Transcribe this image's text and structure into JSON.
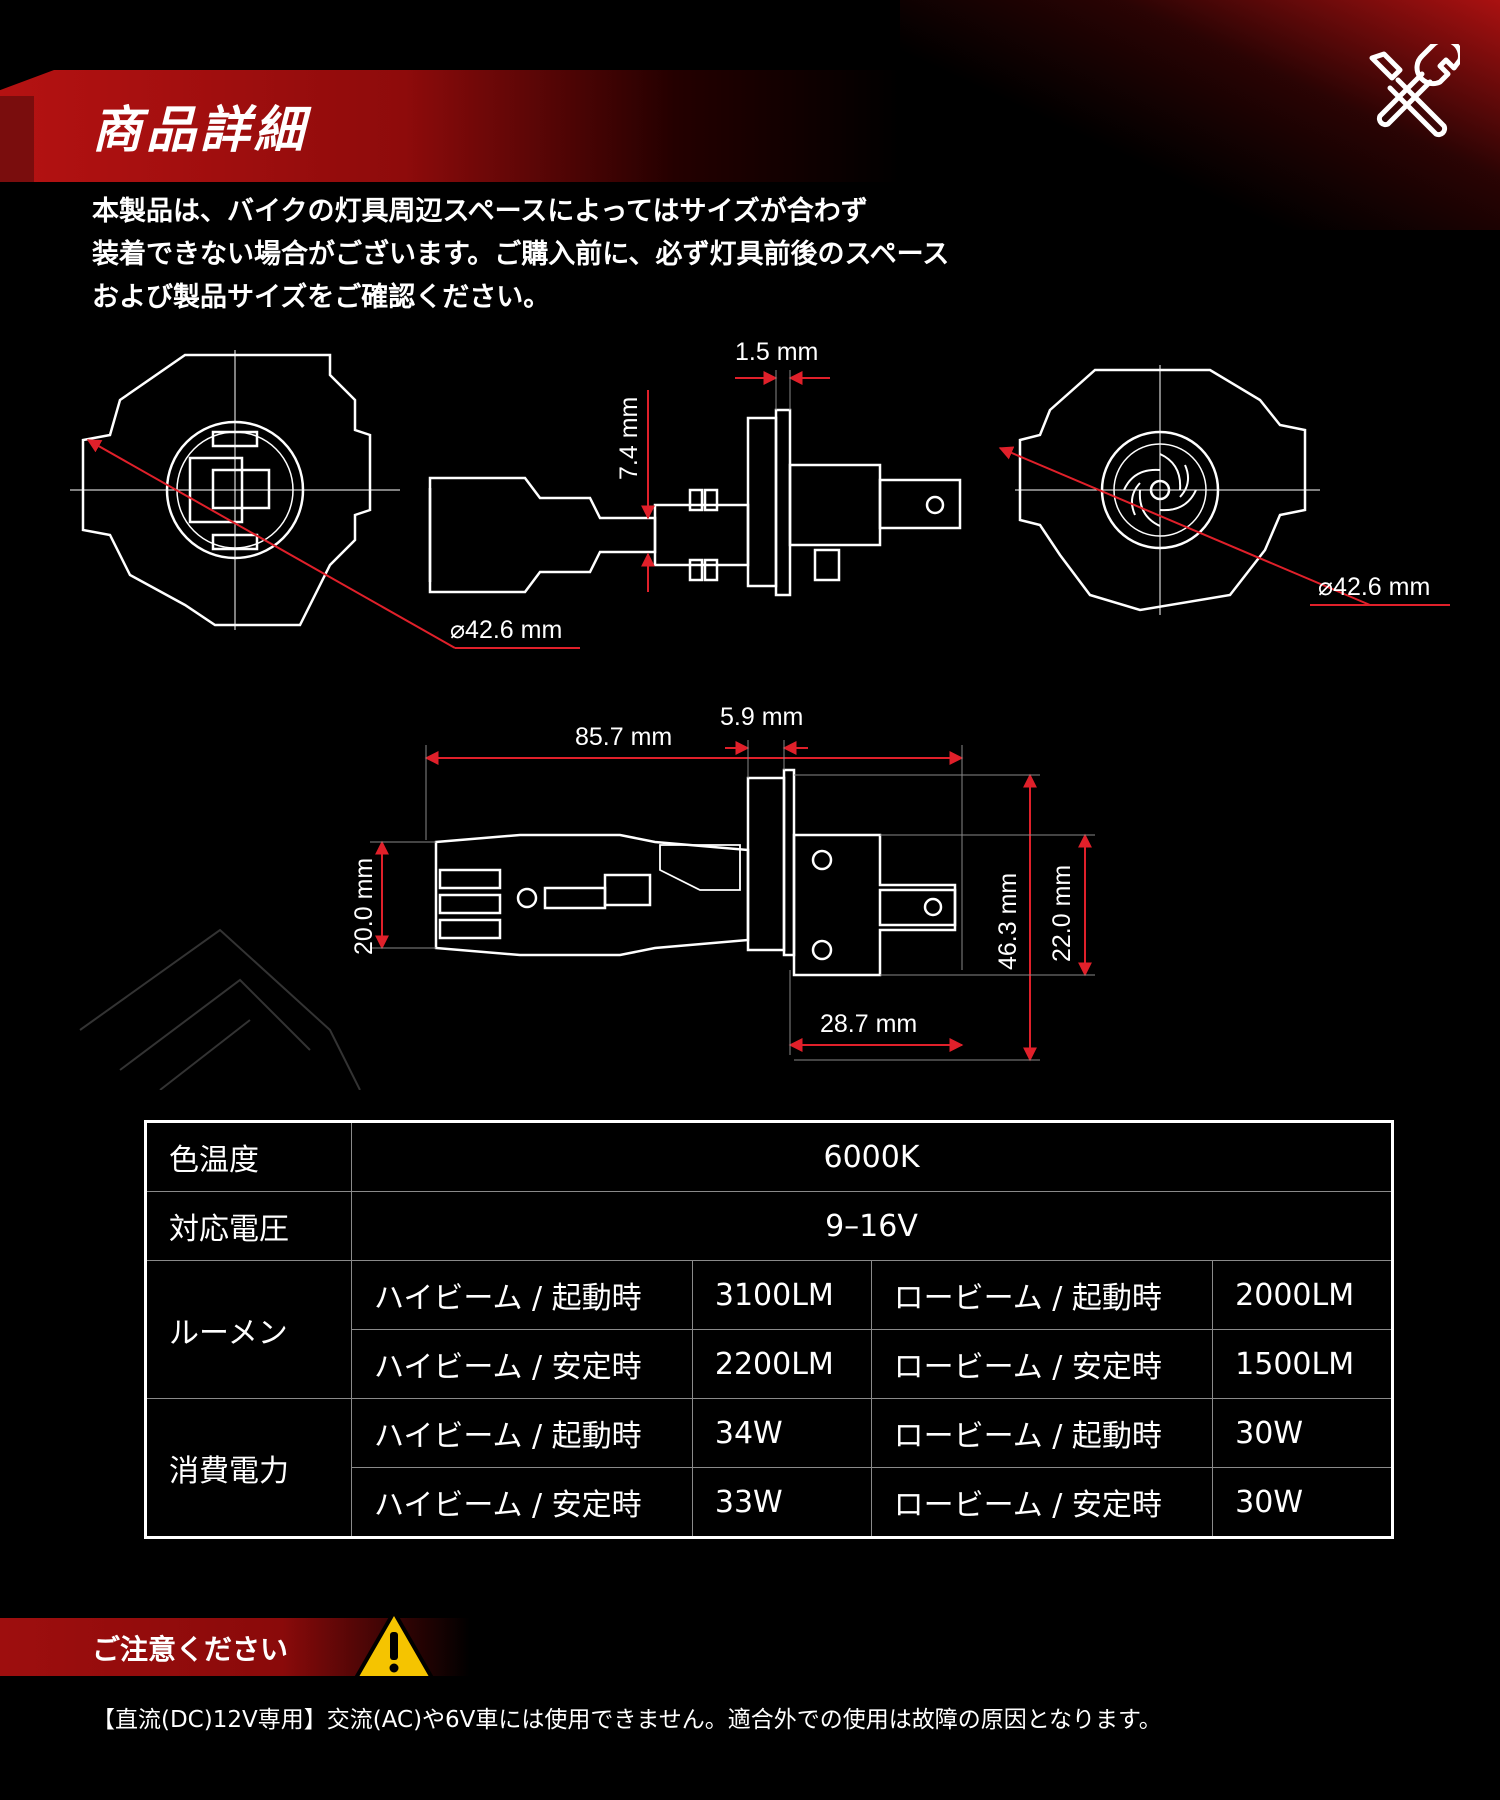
{
  "header": {
    "title": "商品詳細",
    "intro_lines": [
      "本製品は、バイクの灯具周辺スペースによってはサイズが合わず",
      "装着できない場合がございます。ご購入前に、必ず灯具前後のスペース",
      "および製品サイズをご確認ください。"
    ]
  },
  "dimensions": {
    "left_diameter": "⌀42.6 mm",
    "right_diameter": "⌀42.6 mm",
    "flange_thickness": "1.5 mm",
    "tab_height": "7.4 mm",
    "total_length": "85.7 mm",
    "flange_width": "5.9 mm",
    "base_length": "28.7 mm",
    "body_height": "20.0 mm",
    "flange_height": "46.3 mm",
    "base_height": "22.0 mm"
  },
  "specs": {
    "color_temp_label": "色温度",
    "color_temp_value": "6000K",
    "voltage_label": "対応電圧",
    "voltage_value": "9–16V",
    "lumen_label": "ルーメン",
    "lumen_rows": [
      {
        "high_label": "ハイビーム / 起動時",
        "high_value": "3100LM",
        "low_label": "ロービーム / 起動時",
        "low_value": "2000LM"
      },
      {
        "high_label": "ハイビーム / 安定時",
        "high_value": "2200LM",
        "low_label": "ロービーム / 安定時",
        "low_value": "1500LM"
      }
    ],
    "power_label": "消費電力",
    "power_rows": [
      {
        "high_label": "ハイビーム / 起動時",
        "high_value": "34W",
        "low_label": "ロービーム / 起動時",
        "low_value": "30W"
      },
      {
        "high_label": "ハイビーム / 安定時",
        "high_value": "33W",
        "low_label": "ロービーム / 安定時",
        "low_value": "30W"
      }
    ]
  },
  "notice": {
    "title": "ご注意ください",
    "icon": "warning-icon",
    "text": "【直流(DC)12V専用】交流(AC)や6V車には使用できません。適合外での使用は故障の原因となります。"
  },
  "colors": {
    "accent_red": "#b51212",
    "dimension_red": "#e0202a",
    "warning_yellow": "#f5c400"
  },
  "icons": {
    "tools": "wrench-screwdriver-icon"
  }
}
